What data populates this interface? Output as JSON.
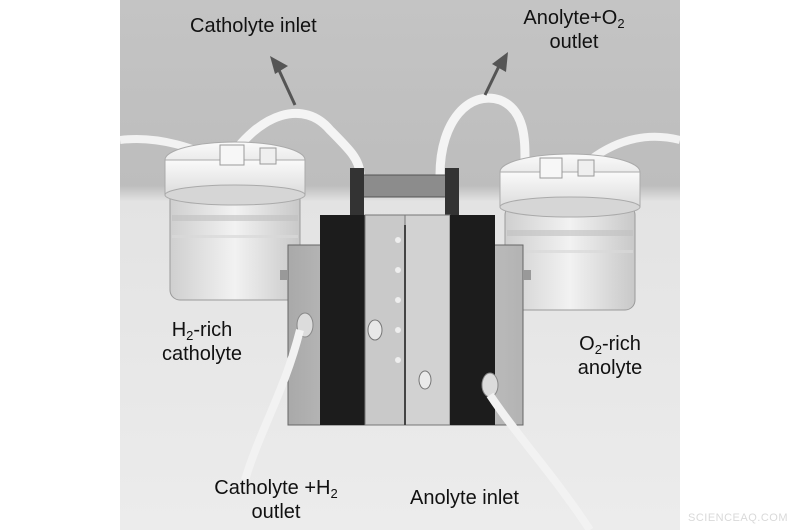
{
  "labels": {
    "catholyte_inlet": "Catholyte  inlet",
    "anolyte_o2_outlet_line1_prefix": "Anolyte+O",
    "anolyte_o2_outlet_line1_sub": "2",
    "anolyte_o2_outlet_line2": "outlet",
    "h2_rich_prefix": "H",
    "h2_rich_sub": "2",
    "h2_rich_suffix": "-rich",
    "h2_rich_line2": "catholyte",
    "o2_rich_prefix": "O",
    "o2_rich_sub": "2",
    "o2_rich_suffix": "-rich",
    "o2_rich_line2": "anolyte",
    "catholyte_h2_outlet_prefix": "Catholyte  +H",
    "catholyte_h2_outlet_sub": "2",
    "catholyte_h2_outlet_line2": "outlet",
    "anolyte_inlet": "Anolyte  inlet"
  },
  "watermark": "SCIENCEAQ.COM",
  "colors": {
    "background": "#ffffff",
    "photo_background": "#bdbdbd",
    "text": "#111111"
  }
}
